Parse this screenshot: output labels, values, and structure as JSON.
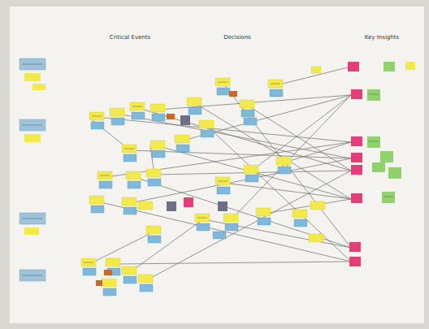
{
  "diagram": {
    "labels": [
      "Critical Events",
      "Decisions",
      "Key Insights"
    ]
  }
}
